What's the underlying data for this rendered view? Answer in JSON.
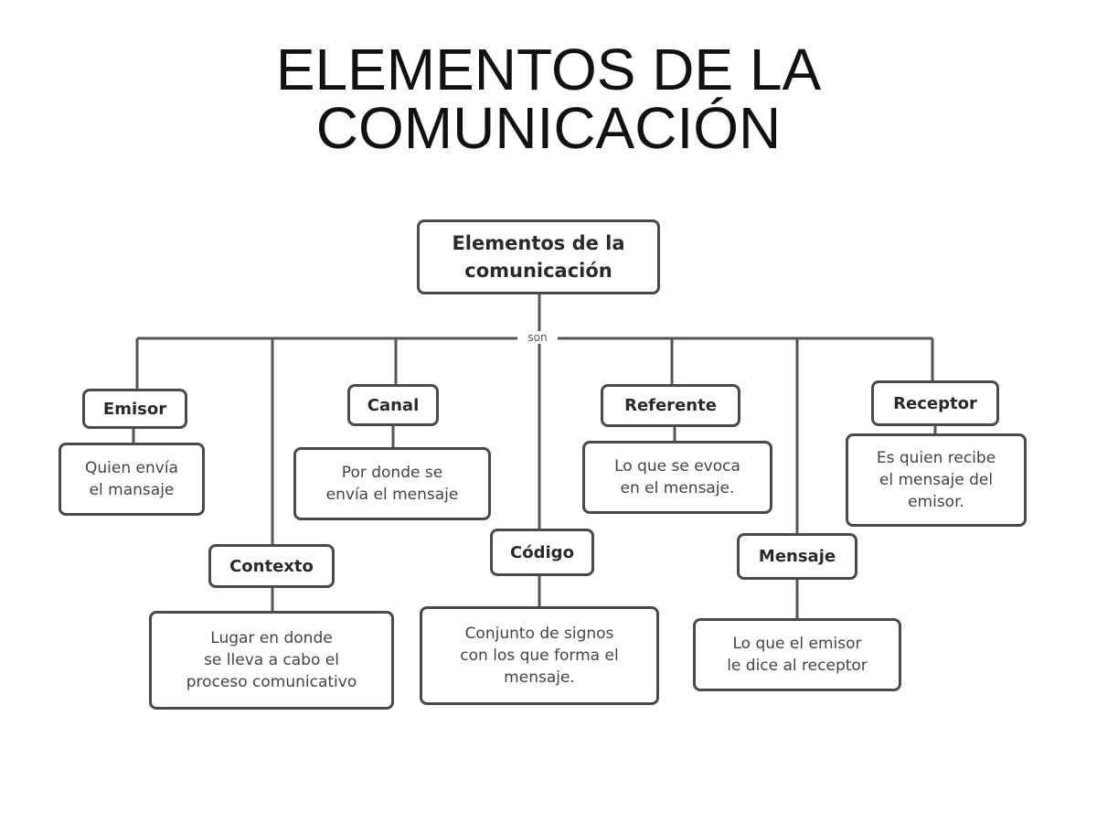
{
  "title": {
    "line1": "ELEMENTOS DE LA",
    "line2": "COMUNICACIÓN"
  },
  "root": {
    "line1": "Elementos de la",
    "line2": "comunicación"
  },
  "connector": "son",
  "nodes": {
    "emisor": {
      "label": "Emisor",
      "desc": [
        "Quien envía",
        "el mansaje"
      ]
    },
    "canal": {
      "label": "Canal",
      "desc": [
        "Por donde se",
        "envía el mensaje"
      ]
    },
    "referente": {
      "label": "Referente",
      "desc": [
        "Lo que se evoca",
        "en el mensaje."
      ]
    },
    "receptor": {
      "label": "Receptor",
      "desc": [
        "Es quien recibe",
        "el mensaje del",
        "emisor."
      ]
    },
    "contexto": {
      "label": "Contexto",
      "desc": [
        "Lugar en donde",
        "se lleva a cabo el",
        "proceso comunicativo"
      ]
    },
    "codigo": {
      "label": "Código",
      "desc": [
        "Conjunto de signos",
        "con los que forma el",
        "mensaje."
      ]
    },
    "mensaje": {
      "label": "Mensaje",
      "desc": [
        "Lo que el emisor",
        "le dice al receptor"
      ]
    }
  }
}
